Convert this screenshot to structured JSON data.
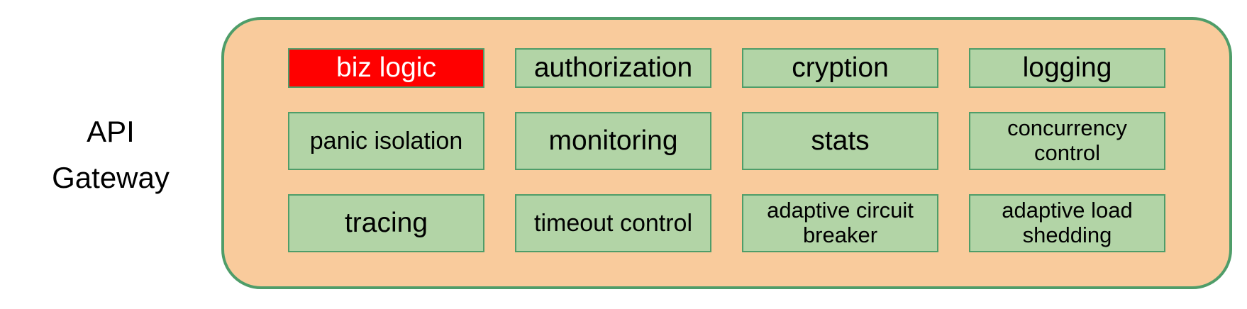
{
  "colors": {
    "page_bg": "#ffffff",
    "panel_fill": "#f9cb9c",
    "panel_border": "#4f9d69",
    "box_fill": "#b2d4a6",
    "box_border": "#4f9d69",
    "highlight_fill": "#ff0000",
    "highlight_text": "#ffffff",
    "text": "#000000"
  },
  "gateway": {
    "title": "API\nGateway",
    "boxes": [
      {
        "label": "biz logic",
        "variant": "highlight",
        "size": "md"
      },
      {
        "label": "authorization",
        "variant": "normal",
        "size": "md"
      },
      {
        "label": "cryption",
        "variant": "normal",
        "size": "md"
      },
      {
        "label": "logging",
        "variant": "normal",
        "size": "md"
      },
      {
        "label": "panic isolation",
        "variant": "normal",
        "size": "sm"
      },
      {
        "label": "monitoring",
        "variant": "normal",
        "size": "md"
      },
      {
        "label": "stats",
        "variant": "normal",
        "size": "md"
      },
      {
        "label": "concurrency\ncontrol",
        "variant": "normal",
        "size": "xs"
      },
      {
        "label": "tracing",
        "variant": "normal",
        "size": "md"
      },
      {
        "label": "timeout control",
        "variant": "normal",
        "size": "sm"
      },
      {
        "label": "adaptive circuit\nbreaker",
        "variant": "normal",
        "size": "xs"
      },
      {
        "label": "adaptive load\nshedding",
        "variant": "normal",
        "size": "xs"
      }
    ]
  }
}
